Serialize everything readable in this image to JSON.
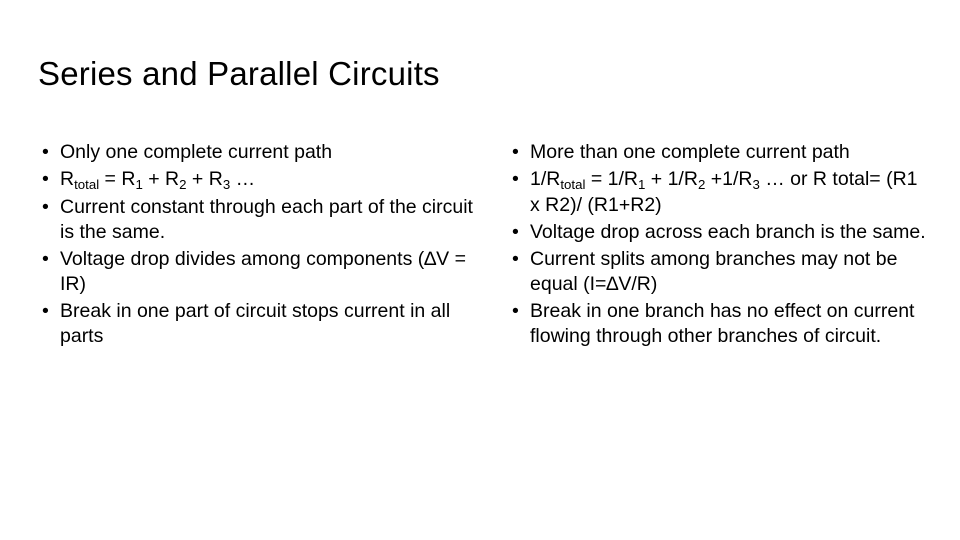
{
  "slide": {
    "title": "Series and Parallel Circuits",
    "bullet_glyph": "•",
    "left_column": {
      "items": [
        {
          "id": "series-one-path",
          "parts": [
            {
              "t": "text",
              "v": "Only one complete current path"
            }
          ]
        },
        {
          "id": "series-rtotal",
          "parts": [
            {
              "t": "text",
              "v": "R"
            },
            {
              "t": "sub",
              "v": "total"
            },
            {
              "t": "text",
              "v": " = R"
            },
            {
              "t": "sub",
              "v": "1"
            },
            {
              "t": "text",
              "v": " + R"
            },
            {
              "t": "sub",
              "v": "2"
            },
            {
              "t": "text",
              "v": " + R"
            },
            {
              "t": "sub",
              "v": "3"
            },
            {
              "t": "text",
              "v": " …"
            }
          ]
        },
        {
          "id": "series-current-constant",
          "parts": [
            {
              "t": "text",
              "v": "Current constant through each part of the circuit is the same."
            }
          ]
        },
        {
          "id": "series-voltage-drop",
          "parts": [
            {
              "t": "text",
              "v": "Voltage drop divides among components (∆V = IR)"
            }
          ]
        },
        {
          "id": "series-break",
          "parts": [
            {
              "t": "text",
              "v": "Break in one part of circuit stops current in all parts"
            }
          ]
        }
      ]
    },
    "right_column": {
      "items": [
        {
          "id": "parallel-more-paths",
          "parts": [
            {
              "t": "text",
              "v": "More than one complete current path"
            }
          ]
        },
        {
          "id": "parallel-rtotal",
          "parts": [
            {
              "t": "text",
              "v": "1/R"
            },
            {
              "t": "sub",
              "v": "total"
            },
            {
              "t": "text",
              "v": " = 1/R"
            },
            {
              "t": "sub",
              "v": "1"
            },
            {
              "t": "text",
              "v": " + 1/R"
            },
            {
              "t": "sub",
              "v": "2"
            },
            {
              "t": "text",
              "v": " +1/R"
            },
            {
              "t": "sub",
              "v": "3"
            },
            {
              "t": "text",
              "v": " … or R total= (R1 x R2)/ (R1+R2)"
            }
          ]
        },
        {
          "id": "parallel-voltage-drop",
          "parts": [
            {
              "t": "text",
              "v": "Voltage drop across each branch is the same."
            }
          ]
        },
        {
          "id": "parallel-current-splits",
          "parts": [
            {
              "t": "text",
              "v": "Current splits among branches may not be equal (I=∆V/R)"
            }
          ]
        },
        {
          "id": "parallel-break",
          "parts": [
            {
              "t": "text",
              "v": "Break in one branch has no effect on current flowing through other branches of circuit."
            }
          ]
        }
      ]
    }
  }
}
